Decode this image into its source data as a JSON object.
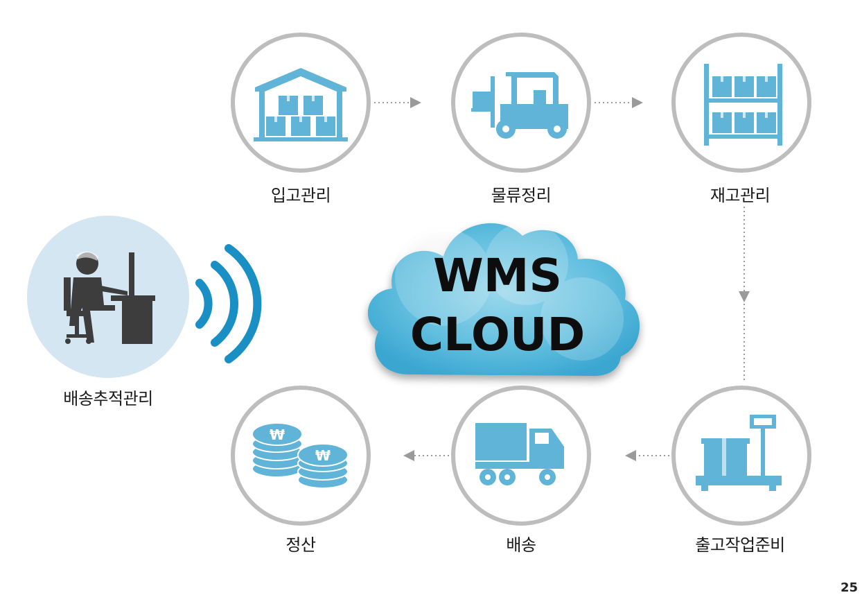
{
  "cloud": {
    "line1": "WMS",
    "line2": "CLOUD"
  },
  "nodes": {
    "receiving": {
      "label": "입고관리",
      "icon": "warehouse-icon"
    },
    "sorting": {
      "label": "물류정리",
      "icon": "forklift-icon"
    },
    "inventory": {
      "label": "재고관리",
      "icon": "shelf-icon"
    },
    "outbound_prep": {
      "label": "출고작업준비",
      "icon": "scale-icon"
    },
    "delivery": {
      "label": "배송",
      "icon": "truck-icon"
    },
    "settlement": {
      "label": "정산",
      "icon": "coins-icon"
    },
    "tracking": {
      "label": "배송추적관리",
      "icon": "operator-icon"
    }
  },
  "colors": {
    "ring": "#bdbdbd",
    "icon_blue": "#5fb4d8",
    "wave_blue": "#1a8fc4",
    "operator_bg": "#d4e6f2",
    "operator_dark": "#3d3d3d",
    "arrow": "#9a9a9a"
  },
  "page_number": "25"
}
